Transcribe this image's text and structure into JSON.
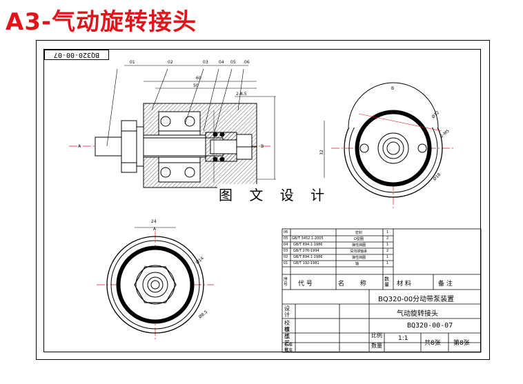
{
  "title": "A3-气动旋转接头",
  "sheet_code_tab": "BQ320-00-07",
  "watermark": "图 文 设 计",
  "section_view": {
    "part_labels": [
      "01",
      "02",
      "03",
      "04",
      "05",
      "06"
    ],
    "dimensions": [
      "60",
      "50",
      "2-8.5"
    ],
    "section_marks": [
      "A",
      "B"
    ]
  },
  "right_view": {
    "label": "B",
    "dimensions": [
      "Ø12",
      "2-M5",
      "Ø18",
      "32"
    ]
  },
  "bottom_view": {
    "label": "A",
    "dimensions": [
      "24",
      "Ø14",
      "Ø8.5"
    ]
  },
  "parts_list": {
    "rows": [
      {
        "no": "06",
        "std": "",
        "name": "密封",
        "qty": "1"
      },
      {
        "no": "05",
        "std": "GB/T 3452.1-2005",
        "name": "O型圈",
        "qty": "2"
      },
      {
        "no": "04",
        "std": "GB/T 894.1-1986",
        "name": "弹性挡圈",
        "qty": "1"
      },
      {
        "no": "03",
        "std": "GB/T 276-1994",
        "name": "深沟球轴承",
        "qty": "2"
      },
      {
        "no": "02",
        "std": "GB/T 894.1-1986",
        "name": "弹性挡圈",
        "qty": "1"
      },
      {
        "no": "01",
        "std": "GB/T 192-1981",
        "name": "轴",
        "qty": "1"
      }
    ],
    "headers": [
      "序号",
      "代 号",
      "名 称",
      "数量",
      "材 料",
      "备 注"
    ]
  },
  "title_block": {
    "assembly": "BQ320-00分动带泵装置",
    "part_name": "气动旋转接头",
    "drawing_no": "BQ320-00-07",
    "scale_label": "比例",
    "scale": "1:1",
    "quantity_label": "数量",
    "sheets_total": "共8张",
    "sheet_no": "第8张",
    "roles": [
      "设计",
      "校核",
      "审核",
      "工艺",
      "标准化",
      "批准"
    ]
  }
}
